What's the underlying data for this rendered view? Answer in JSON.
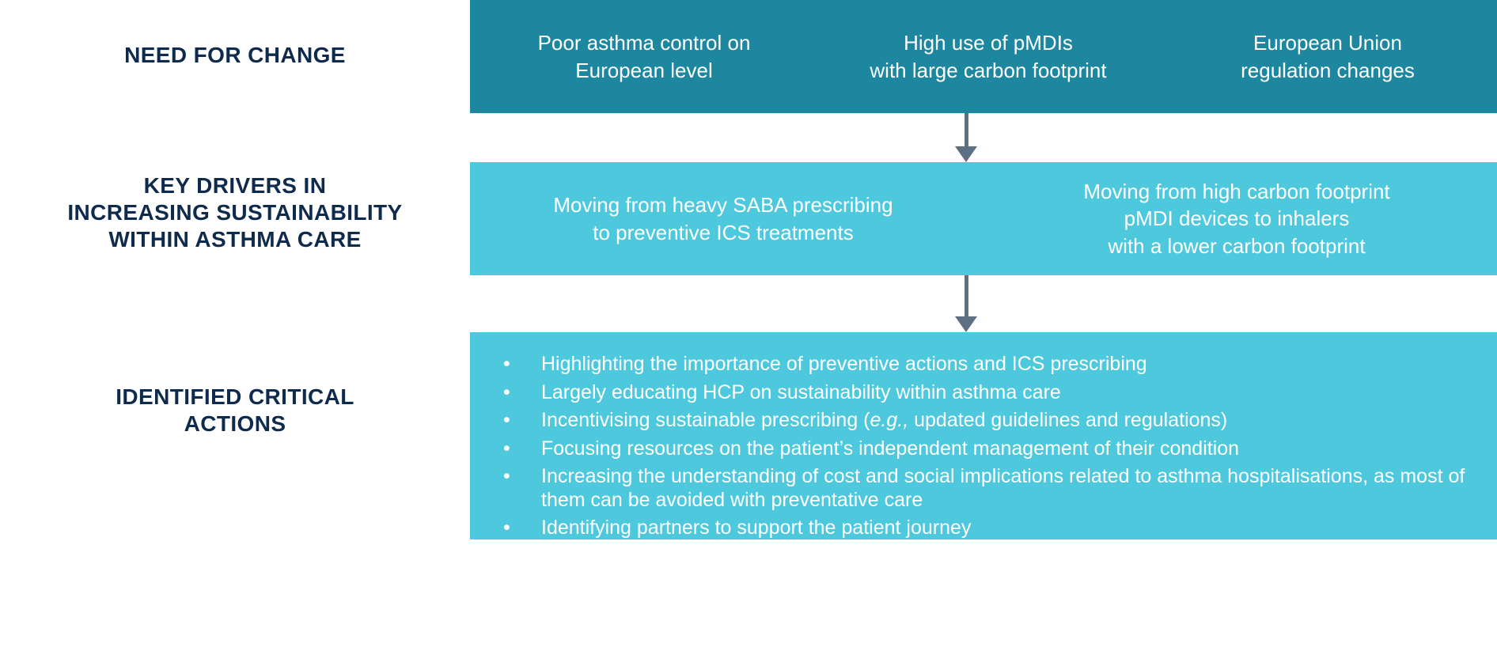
{
  "colors": {
    "dark_teal": "#1d87a0",
    "light_teal": "#4ec8dd",
    "navy_text": "#0e2a4d",
    "arrow_gray": "#5d7083",
    "band_text": "#ffffff",
    "background": "#ffffff"
  },
  "rows": [
    {
      "label": "NEED FOR CHANGE",
      "band_color": "#1d87a0",
      "cells": [
        "Poor asthma control on\nEuropean level",
        "High use of pMDIs\nwith large carbon footprint",
        "European Union\nregulation changes"
      ]
    },
    {
      "label": "KEY DRIVERS IN\nINCREASING SUSTAINABILITY\nWITHIN ASTHMA CARE",
      "band_color": "#4ec8dd",
      "cells": [
        "Moving from heavy SABA prescribing\nto preventive ICS treatments",
        "Moving from high carbon footprint\npMDI devices to inhalers\nwith a lower carbon footprint"
      ]
    },
    {
      "label": "IDENTIFIED CRITICAL\nACTIONS",
      "band_color": "#4ec8dd",
      "bullets": [
        {
          "pre": "Highlighting the importance of preventive actions and ICS prescribing",
          "italic": "",
          "post": ""
        },
        {
          "pre": "Largely educating HCP on sustainability within asthma care",
          "italic": "",
          "post": ""
        },
        {
          "pre": "Incentivising sustainable prescribing (",
          "italic": "e.g.,",
          "post": " updated guidelines and regulations)"
        },
        {
          "pre": "Focusing resources on the patient’s independent management of their condition",
          "italic": "",
          "post": ""
        },
        {
          "pre": "Increasing the understanding of cost and social implications related to asthma hospitalisations, as most of them can be avoided with preventative care",
          "italic": "",
          "post": ""
        },
        {
          "pre": "Identifying partners to support the patient journey",
          "italic": "",
          "post": ""
        }
      ]
    }
  ],
  "bullet_glyph": "•",
  "arrows": [
    {
      "name": "arrow-need-to-drivers",
      "direction": "down"
    },
    {
      "name": "arrow-drivers-to-actions",
      "direction": "down"
    }
  ]
}
